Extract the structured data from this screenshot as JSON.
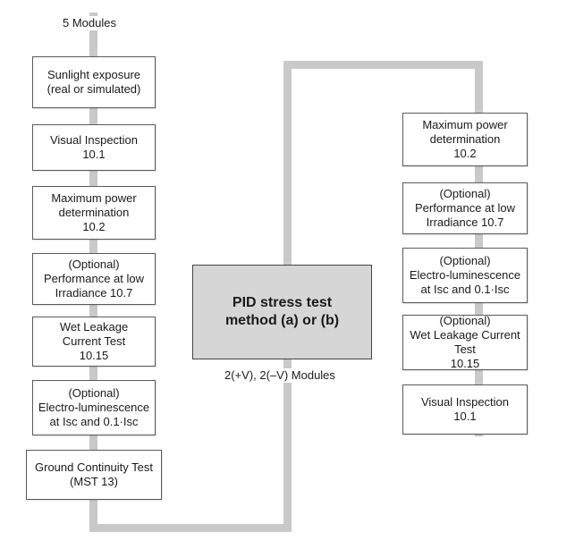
{
  "top_label": "5 Modules",
  "center": {
    "title": "PID stress test\nmethod (a) or (b)",
    "subtitle": "2(+V), 2(–V) Modules"
  },
  "left_column": [
    "Sunlight exposure\n(real or simulated)",
    "Visual Inspection\n10.1",
    "Maximum power\ndetermination\n10.2",
    "(Optional)\nPerformance at low\nIrradiance 10.7",
    "Wet Leakage\nCurrent Test\n10.15",
    "(Optional)\nElectro-luminescence\nat Isc and 0.1·Isc",
    "Ground Continuity Test\n(MST 13)"
  ],
  "right_column": [
    "Maximum power\ndetermination\n10.2",
    "(Optional)\nPerformance at low\nIrradiance 10.7",
    "(Optional)\nElectro-luminescence\nat Isc and 0.1·Isc",
    "(Optional)\nWet Leakage Current Test\n10.15",
    "Visual Inspection\n10.1"
  ],
  "colors": {
    "connector": "#c9c9c9",
    "box_border": "#5a5a5a",
    "center_fill": "#d6d6d6"
  }
}
